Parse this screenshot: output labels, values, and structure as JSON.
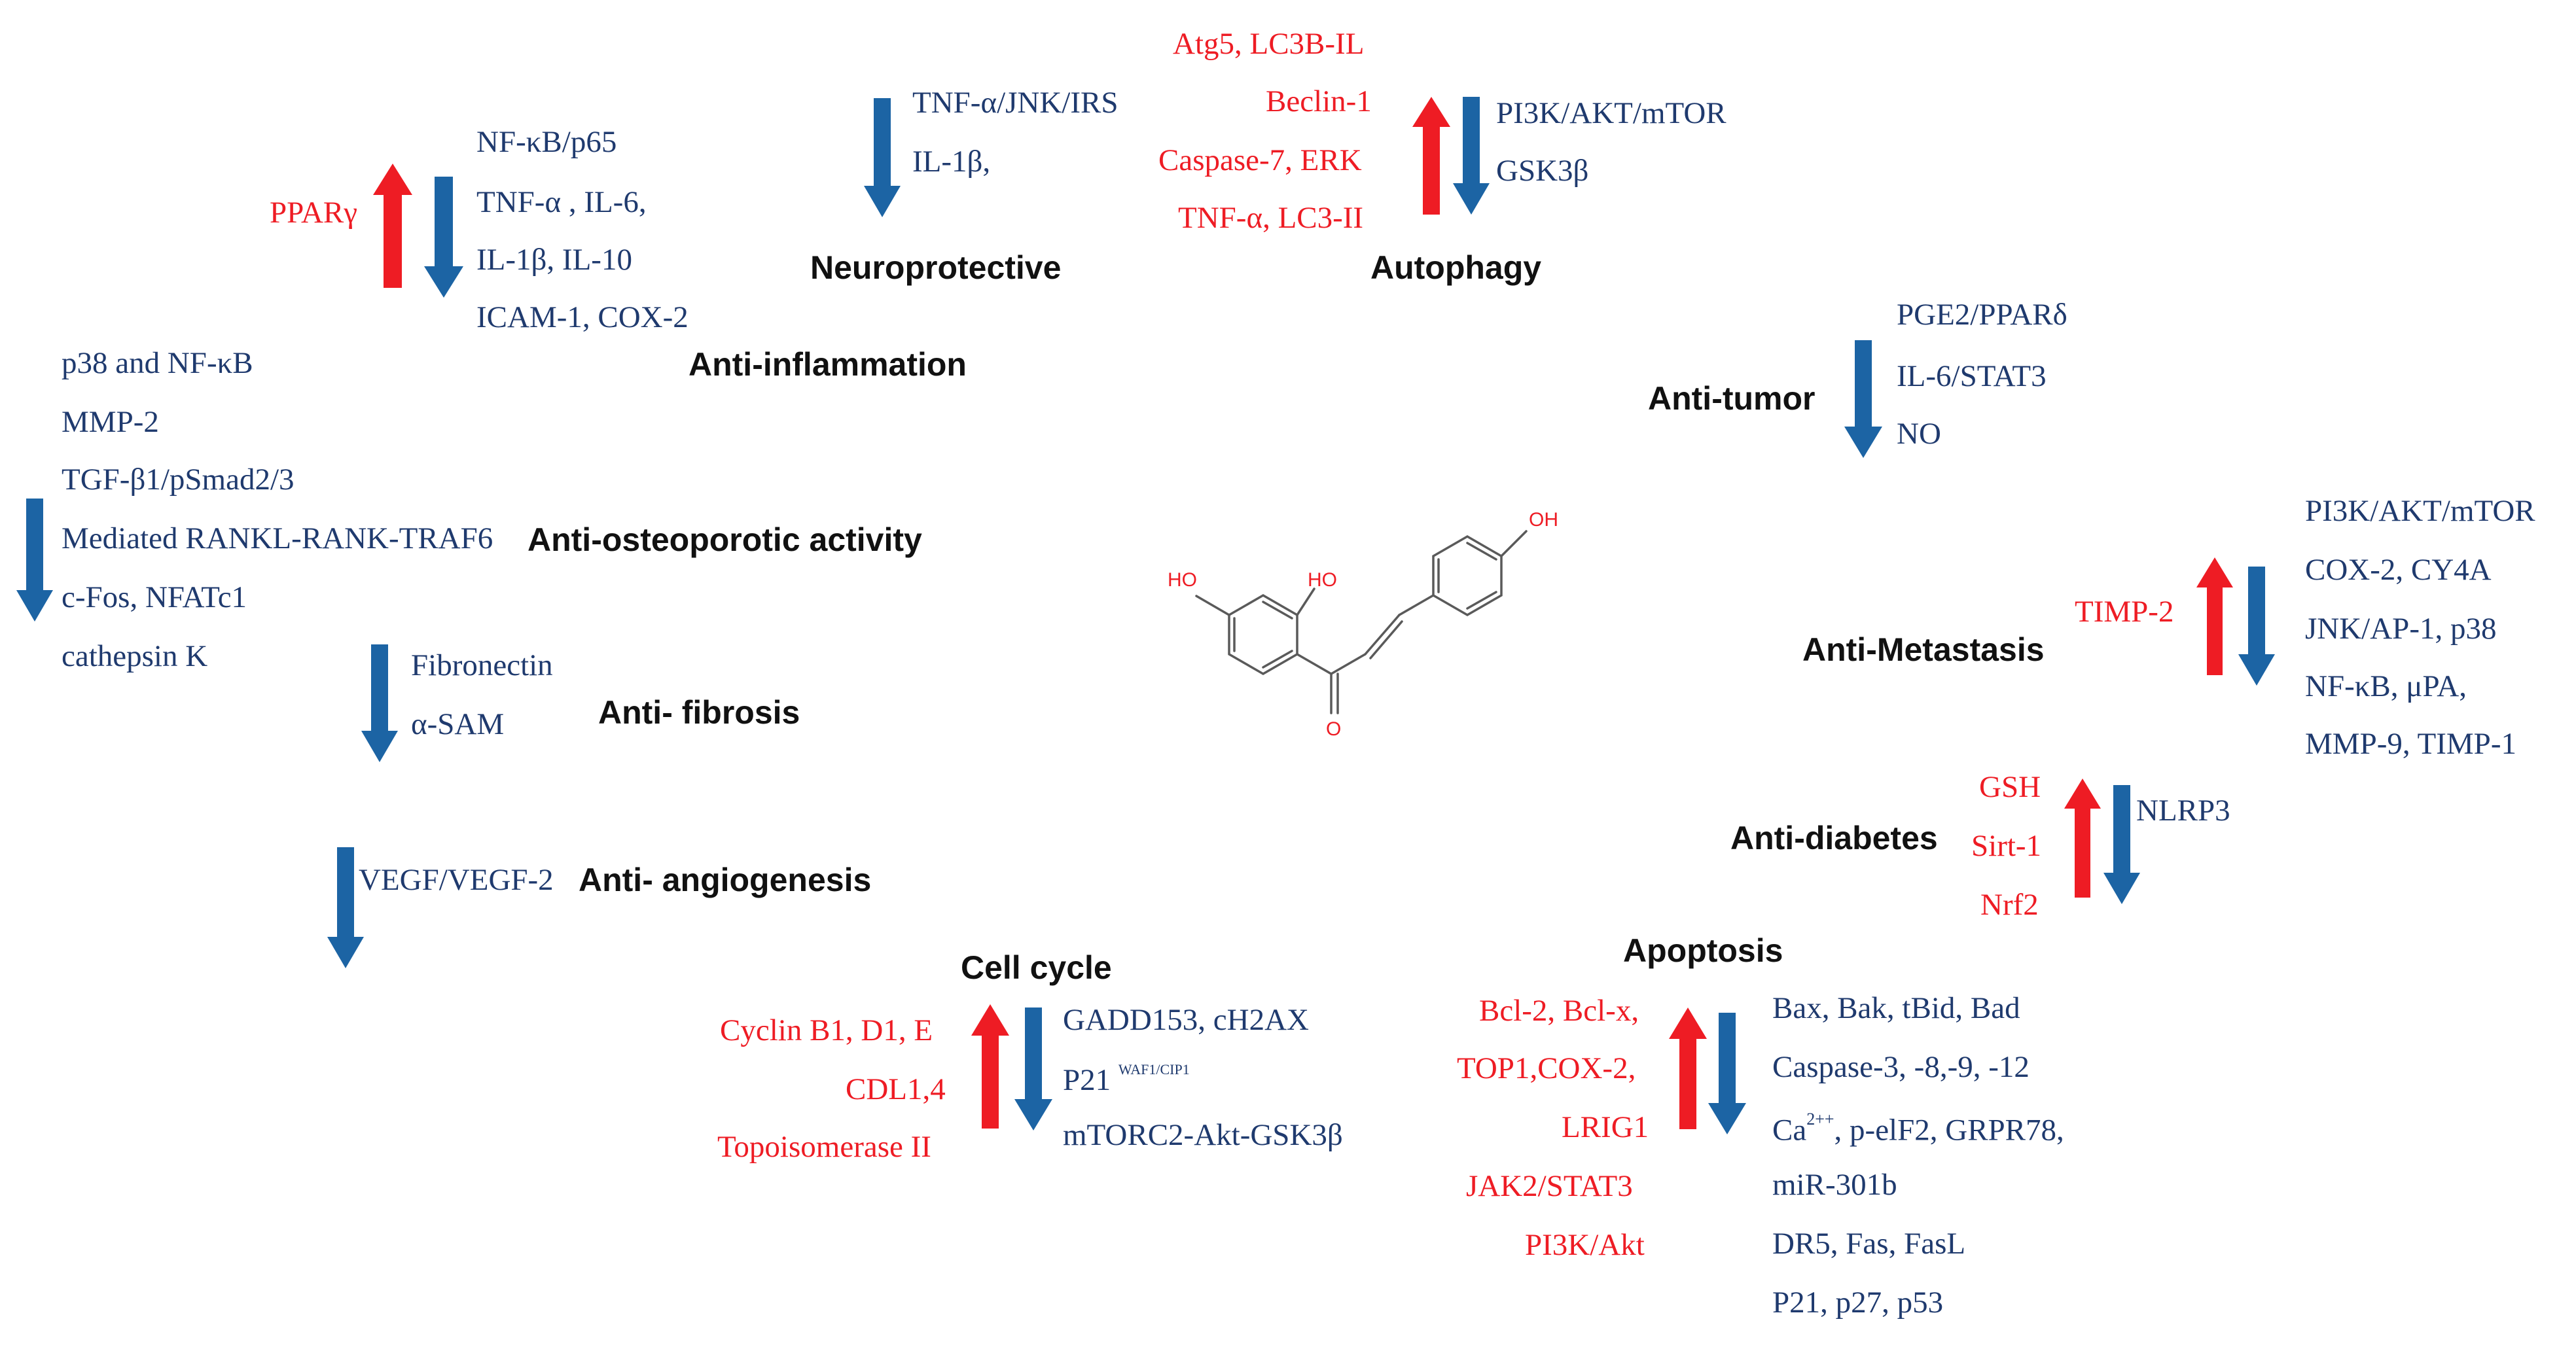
{
  "colors": {
    "up_arrow": "#ee1c24",
    "down_arrow": "#1c64a4",
    "text_red": "#ee1c24",
    "text_blue": "#1f3a6e",
    "title": "#111111",
    "molecule_bonds": "#5a5a5a"
  },
  "molecule": {
    "labels": [
      "HO",
      "HO",
      "OH",
      "O"
    ]
  },
  "inflammation": {
    "title": "Anti-inflammation",
    "up": [
      "PPARγ"
    ],
    "down": [
      "NF-κB/p65",
      "TNF-α , IL-6,",
      "IL-1β, IL-10",
      "ICAM-1, COX-2"
    ]
  },
  "neuro": {
    "title": "Neuroprotective",
    "down": [
      "TNF-α/JNK/IRS",
      "IL-1β,"
    ]
  },
  "autophagy": {
    "title": "Autophagy",
    "up": [
      "Atg5, LC3B-IL",
      "Beclin-1",
      "Caspase-7, ERK",
      "TNF-α, LC3-II"
    ],
    "down": [
      "PI3K/AKT/mTOR",
      "GSK3β"
    ]
  },
  "tumor": {
    "title": "Anti-tumor",
    "down": [
      "PGE2/PPARδ",
      "IL-6/STAT3",
      "NO"
    ]
  },
  "osteo": {
    "title": "Anti-osteoporotic activity",
    "down": [
      "p38 and NF-κB",
      "MMP-2",
      "TGF-β1/pSmad2/3",
      "Mediated RANKL-RANK-TRAF6",
      "c-Fos, NFATc1",
      "cathepsin K"
    ]
  },
  "fibrosis": {
    "title": "Anti- fibrosis",
    "down": [
      "Fibronectin",
      "α-SAM"
    ]
  },
  "angio": {
    "title": "Anti- angiogenesis",
    "down": [
      "VEGF/VEGF-2"
    ]
  },
  "metastasis": {
    "title": "Anti-Metastasis",
    "up": [
      "TIMP-2"
    ],
    "down": [
      "PI3K/AKT/mTOR",
      "COX-2, CY4A",
      "JNK/AP-1, p38",
      "NF-κB, μPA,",
      "MMP-9, TIMP-1"
    ]
  },
  "diabetes": {
    "title": "Anti-diabetes",
    "up": [
      "GSH",
      "Sirt-1",
      "Nrf2"
    ],
    "down": [
      "NLRP3"
    ]
  },
  "cellcycle": {
    "title": "Cell cycle",
    "up": [
      "Cyclin B1, D1, E",
      "CDL1,4",
      "Topoisomerase II"
    ],
    "down": [
      "GADD153, cH2AX",
      "P21",
      "mTORC2-Akt-GSK3β"
    ],
    "p21_sup": "WAF1/CIP1"
  },
  "apoptosis": {
    "title": "Apoptosis",
    "up": [
      "Bcl-2, Bcl-x,",
      "TOP1,COX-2,",
      "LRIG1",
      "JAK2/STAT3",
      "PI3K/Akt"
    ],
    "down": [
      "Bax, Bak, tBid, Bad",
      "Caspase-3, -8,-9, -12",
      "Ca",
      ", p-elF2, GRPR78,",
      "miR-301b",
      "DR5, Fas, FasL",
      "P21, p27, p53"
    ],
    "ca_sup": "2++"
  }
}
